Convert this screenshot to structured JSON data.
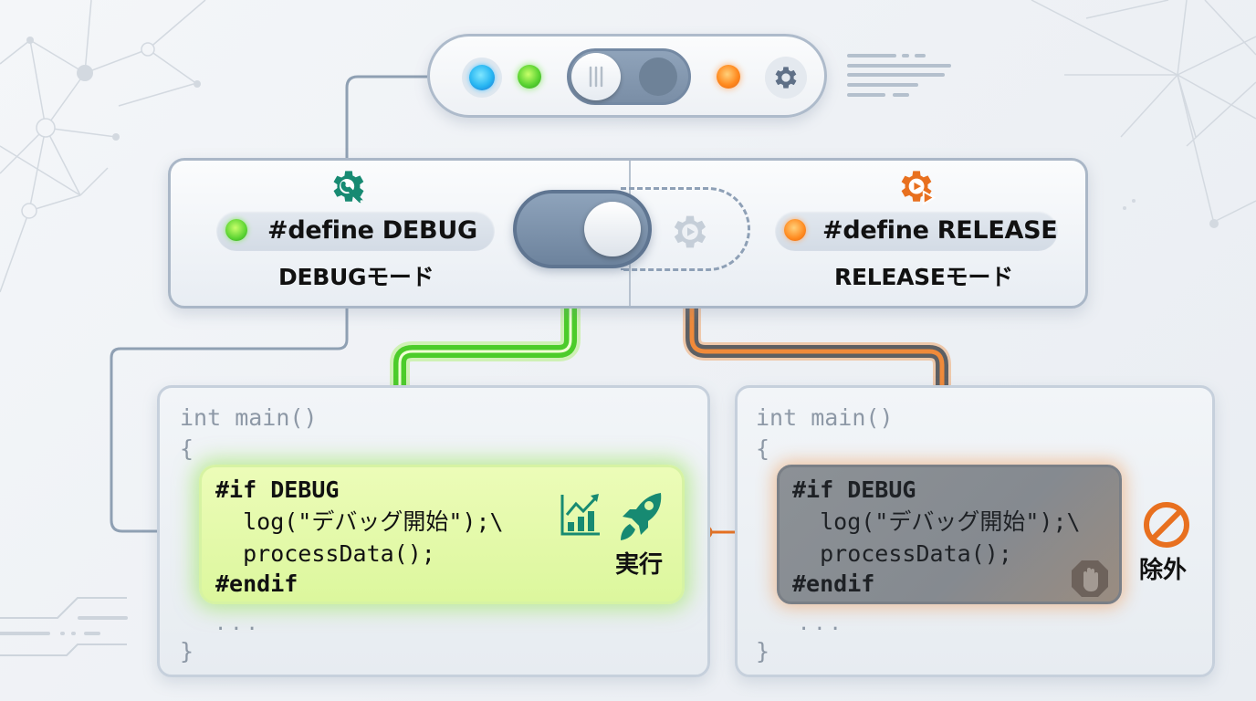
{
  "top_control": {
    "indicators": [
      {
        "name": "blue-status-led",
        "color": "#27b6f2"
      },
      {
        "name": "green-status-led",
        "color": "#5cd433"
      },
      {
        "name": "orange-status-led",
        "color": "#ff8a1f"
      }
    ],
    "toggle_state": "left",
    "settings_icon": "gear-icon"
  },
  "mode_panel": {
    "debug": {
      "icon": "gear-wrench-icon",
      "define": "#define DEBUG",
      "label": "DEBUGモード",
      "led_color": "#5cd433",
      "icon_color": "#178a72"
    },
    "release": {
      "icon": "gear-play-icon",
      "define": "#define RELEASE",
      "label": "RELEASEモード",
      "led_color": "#ff8a1f",
      "icon_color": "#e8701f"
    },
    "switch_state": "DEBUG",
    "ghost_icon": "gear-play-icon"
  },
  "code_debug": {
    "header": "int main()",
    "open_brace": "{",
    "block": [
      "#if DEBUG",
      "  log(\"デバッグ開始\");\\",
      "  processData();",
      "#endif"
    ],
    "ellipsis": "...",
    "close_brace": "}",
    "status_icons": [
      "chart-up-icon",
      "rocket-icon"
    ],
    "status_label": "実行",
    "accent": "#5cd433"
  },
  "code_release": {
    "header": "int main()",
    "open_brace": "{",
    "block": [
      "#if DEBUG",
      "  log(\"デバッグ開始\");\\",
      "  processData();",
      "#endif"
    ],
    "ellipsis": "...",
    "close_brace": "}",
    "status_icons": [
      "prohibited-icon",
      "stop-hand-icon"
    ],
    "status_label": "除外",
    "accent": "#e8701f"
  }
}
